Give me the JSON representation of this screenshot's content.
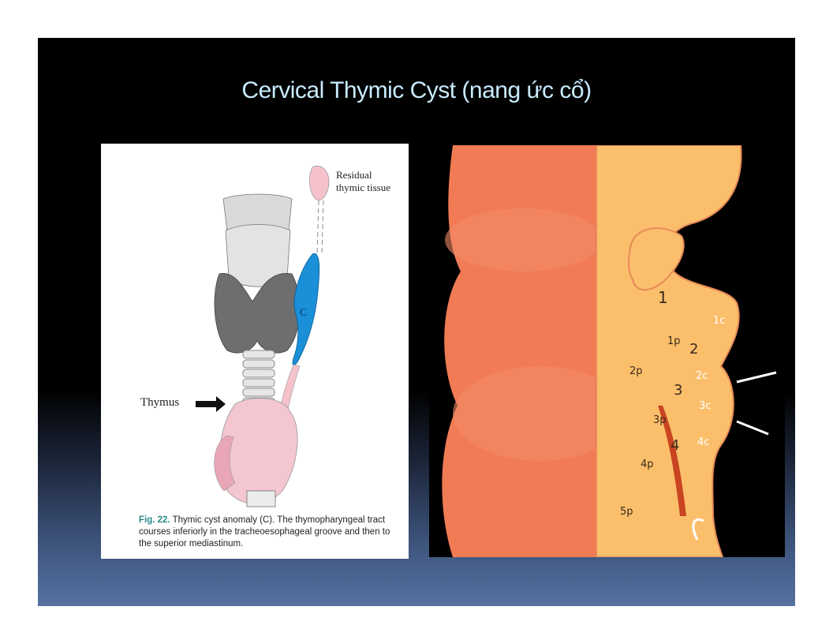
{
  "slide": {
    "title": "Cervical Thymic Cyst (nang ức cổ)"
  },
  "left_figure": {
    "label_residual_line1": "Residual",
    "label_residual_line2": "thymic tissue",
    "label_c": "C",
    "label_thymus": "Thymus",
    "caption_fig": "Fig. 22.",
    "caption_text": " Thymic cyst anomaly (C). The thymopharyngeal tract courses inferiorly in the tracheoesophageal groove and then to the superior mediastinum.",
    "colors": {
      "cyst": "#1b8fd8",
      "thymus": "#f2b8c4",
      "thyroid": "#6e6e6e"
    }
  },
  "right_figure": {
    "labels": [
      "1",
      "1c",
      "1p",
      "2",
      "2p",
      "2c",
      "3",
      "3c",
      "3p",
      "4",
      "4c",
      "4p",
      "5p"
    ],
    "colors": {
      "tissue": "#f07b55",
      "pouch": "#fbbf6c",
      "tract": "#c94420"
    }
  }
}
